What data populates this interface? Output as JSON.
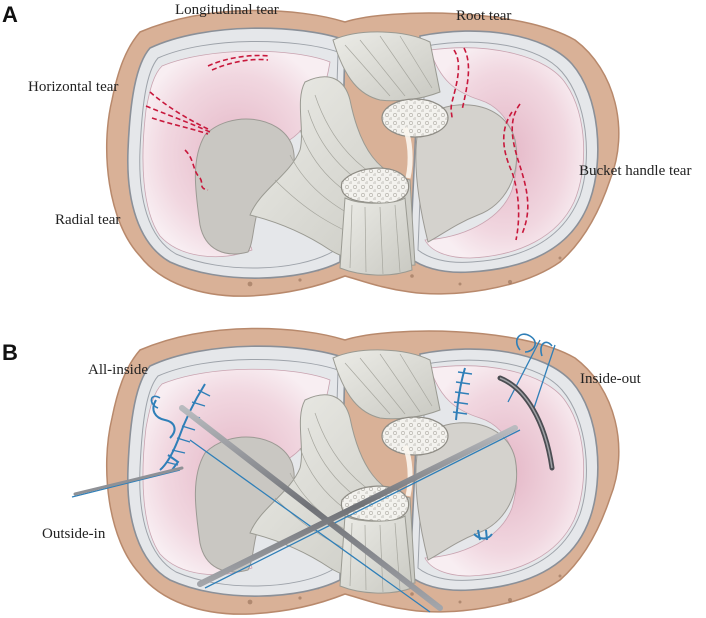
{
  "panels": [
    {
      "letter": "A",
      "labels": {
        "longitudinal": "Longitudinal tear",
        "root": "Root tear",
        "horizontal": "Horizontal tear",
        "bucket": "Bucket handle tear",
        "radial": "Radial tear"
      }
    },
    {
      "letter": "B",
      "labels": {
        "all_inside": "All-inside",
        "inside_out": "Inside-out",
        "outside_in": "Outside-in"
      }
    }
  ],
  "colors": {
    "bone": "#d9b197",
    "bone_edge": "#b8896c",
    "rim": "#dfe2e6",
    "rim_edge": "#8b9098",
    "meniscus": "#f2dbe3",
    "meniscus_center": "#e6b9c9",
    "plateau": "#c9c7c2",
    "ligament": "#dcdcd6",
    "tear": "#c8183c",
    "suture": "#2f7fb8",
    "needle": "#7d7f84"
  }
}
